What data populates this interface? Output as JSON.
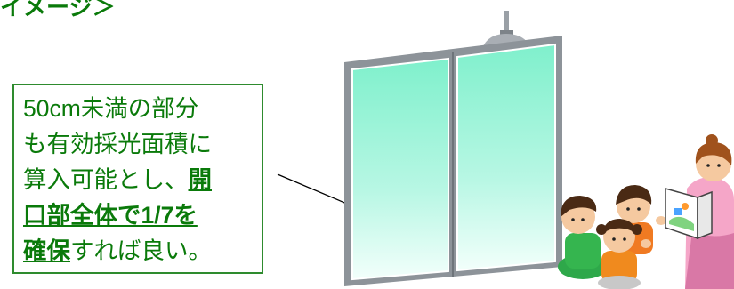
{
  "heading": "イメージ＞",
  "callout": {
    "line1": "50cm未満の部分",
    "line2": "も有効採光面積に",
    "line3_plain": "算入可能とし、",
    "line3_emph": "開",
    "line4_emph": "口部全体で1/7を",
    "line5_emph": "確保",
    "line5_plain": "すれば良い。"
  },
  "colors": {
    "text_green": "#0a7a0a",
    "box_border": "#2e8b2e",
    "glass_top": "#7ff0cc",
    "glass_bottom": "#f2fffb",
    "frame": "#8d9399",
    "lamp_glow": "#ffe94d"
  },
  "icons": [
    "ceiling-lamp-icon",
    "window-icon",
    "children-illustration",
    "teacher-illustration"
  ]
}
